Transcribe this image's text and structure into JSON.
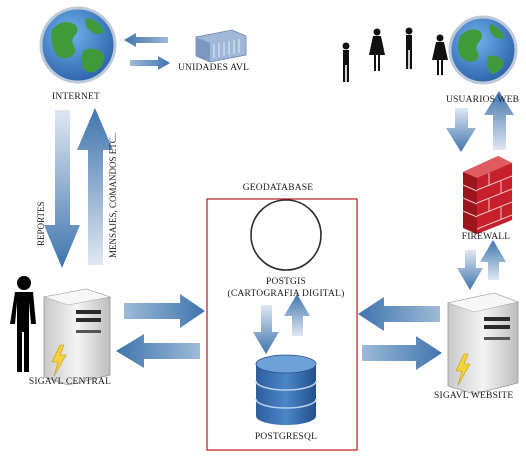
{
  "labels": {
    "internet": "INTERNET",
    "unidades_avl": "UNIDADES AVL",
    "usuarios_web": "USUARIOS WEB",
    "firewall": "FIREWALL",
    "reportes": "REPORTES",
    "mensajes": "MENSAJES, COMANDOS ETC..",
    "geodatabase": "GEODATABASE",
    "postgis_line1": "POSTGIS",
    "postgis_line2": "(CARTOGRAFIA DIGITAL)",
    "postgresql": "POSTGRESQL",
    "sigavl_central": "SIGAVL CENTRAL",
    "sigavl_website": "SIGAVL WEBSITE"
  },
  "colors": {
    "arrow": "#4f7fb0",
    "geodatabase_border": "#c0282d",
    "globe_ocean": "#3d7fc8",
    "globe_land": "#3f9a3a",
    "firewall_brick": "#c8202a",
    "server_body": "#e8e8e8"
  },
  "icons": [
    "globe-icon",
    "building-icon",
    "person-icon",
    "firewall-icon",
    "server-icon",
    "database-icon"
  ]
}
